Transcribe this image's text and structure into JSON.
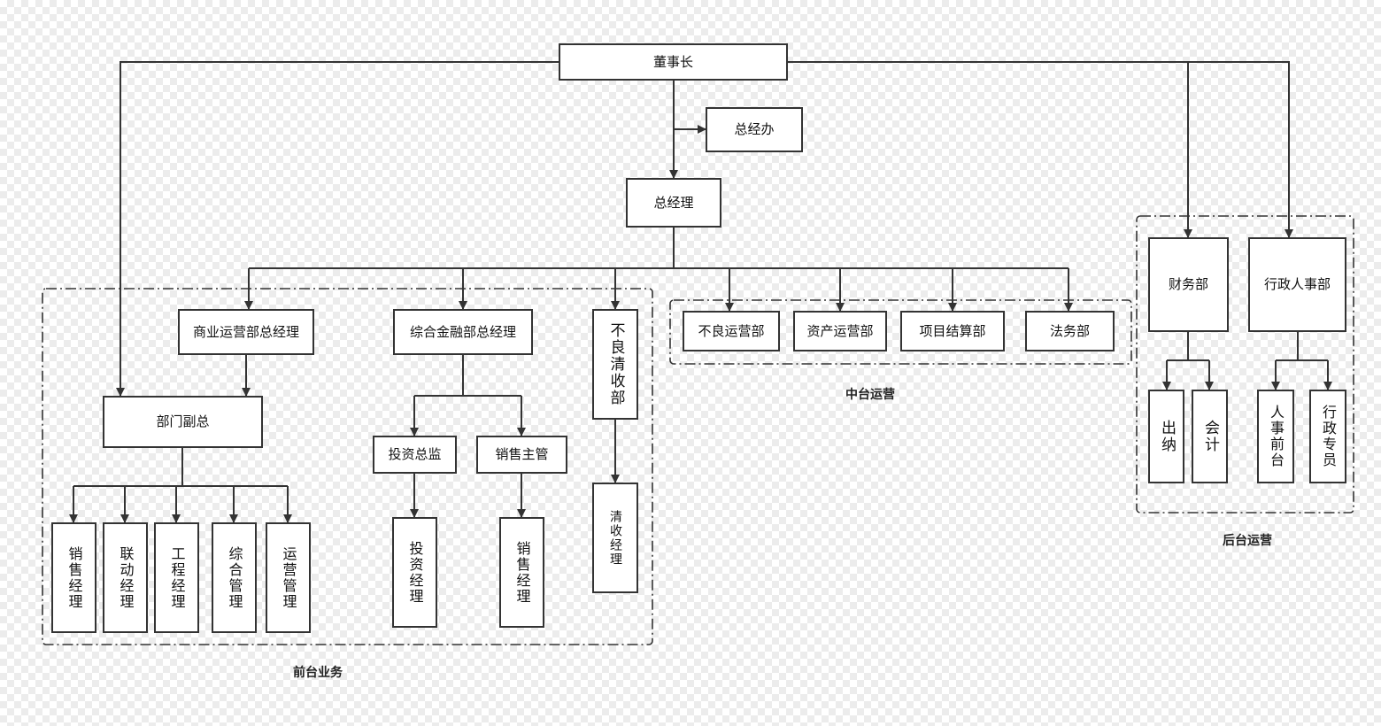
{
  "nodes": {
    "chairman": "董事长",
    "gm_office": "总经办",
    "general_manager": "总经理",
    "commercial_gm": "商业运营部总经理",
    "finance_gm": "综合金融部总经理",
    "npl_dept_front": "不良清收部",
    "dept_vp": "部门副总",
    "sales_manager": "销售经理",
    "liaison_manager": "联动经理",
    "engineering_manager": "工程经理",
    "general_management": "综合管理",
    "operations_management": "运营管理",
    "investment_director": "投资总监",
    "sales_supervisor": "销售主管",
    "investment_manager": "投资经理",
    "sales_manager_2": "销售经理",
    "collection_manager": "清收经理",
    "npl_ops": "不良运营部",
    "asset_ops": "资产运营部",
    "project_settlement": "项目结算部",
    "legal": "法务部",
    "finance_dept": "财务部",
    "hr_admin_dept": "行政人事部",
    "cashier": "出纳",
    "accountant": "会计",
    "hr_front_desk": "人事前台",
    "admin_specialist": "行政专员"
  },
  "regions": {
    "front": "前台业务",
    "middle": "中台运营",
    "back": "后台运营"
  },
  "colors": {
    "line": "#333333",
    "node_border": "#333333",
    "node_fill": "#ffffff"
  }
}
